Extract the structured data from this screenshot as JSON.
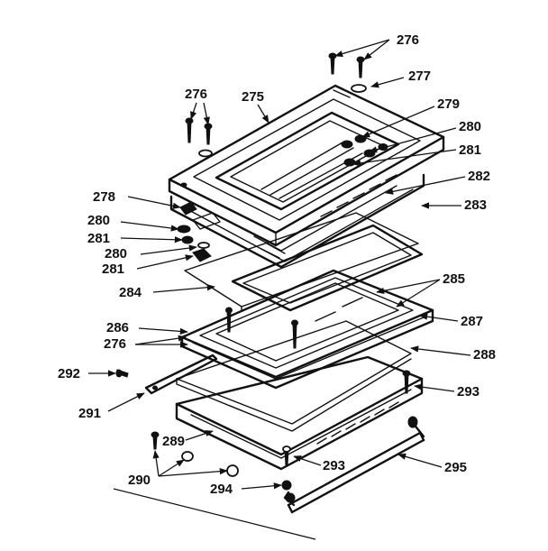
{
  "callouts": [
    "276",
    "277",
    "276",
    "275",
    "279",
    "280",
    "281",
    "282",
    "283",
    "278",
    "280",
    "281",
    "280",
    "281",
    "284",
    "285",
    "286",
    "287",
    "276",
    "288",
    "292",
    "293",
    "291",
    "289",
    "290",
    "293",
    "295",
    "294"
  ]
}
